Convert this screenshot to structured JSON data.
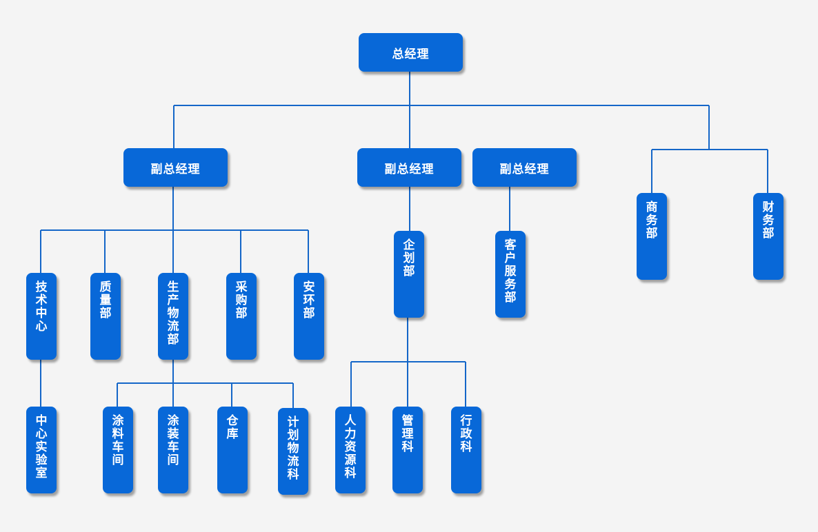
{
  "org": {
    "ceo": "总经理",
    "vp1": "副总经理",
    "vp2": "副总经理",
    "vp3": "副总经理",
    "commerce": "商务部",
    "finance": "财务部",
    "tech_center": "技术中心",
    "quality": "质量部",
    "production_logistics": "生产物流部",
    "purchasing": "采购部",
    "safety_env": "安环部",
    "planning": "企划部",
    "customer_service": "客户服务部",
    "central_lab": "中心实验室",
    "coating_workshop": "涂料车间",
    "painting_workshop": "涂装车间",
    "warehouse": "仓库",
    "plan_logistics": "计划物流科",
    "hr": "人力资源科",
    "management": "管理科",
    "admin": "行政科"
  },
  "colors": {
    "node": "#0868d8",
    "line": "#1466c8",
    "background": "#f4f4f4"
  }
}
